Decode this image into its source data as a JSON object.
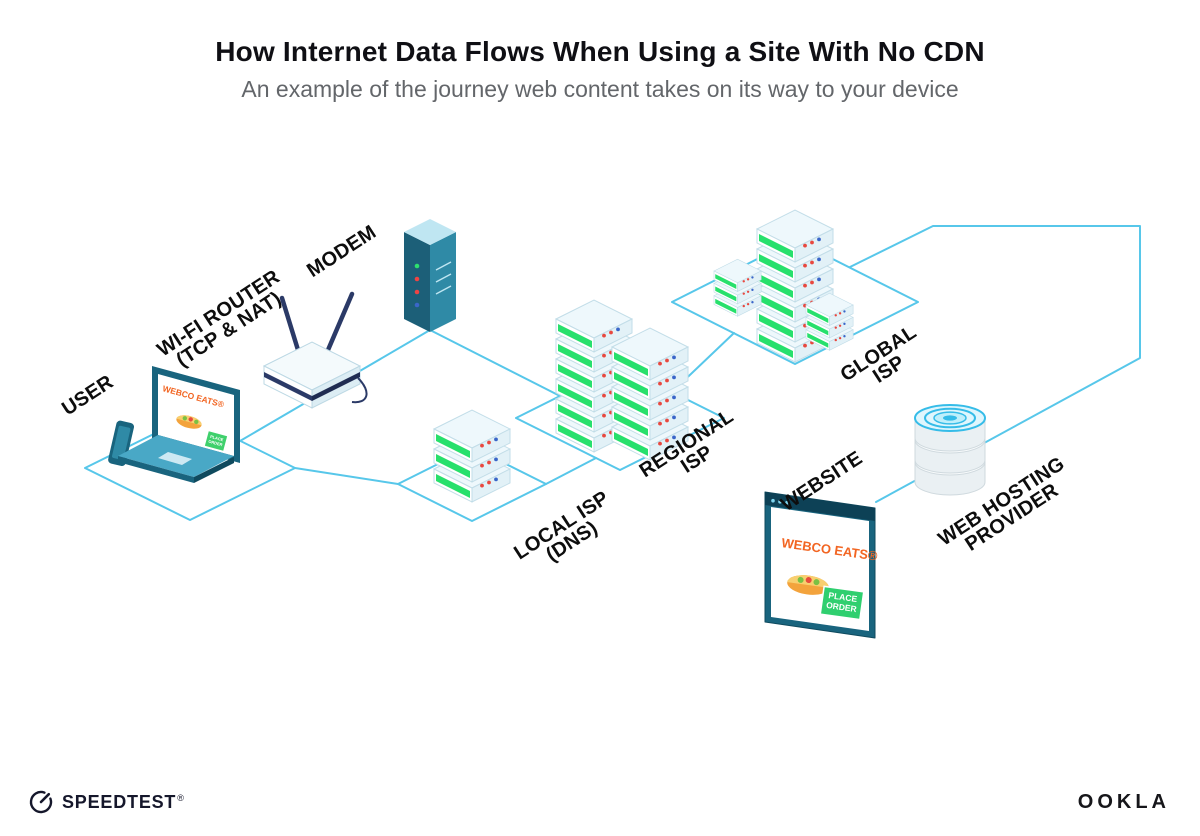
{
  "header": {
    "title": "How Internet Data Flows When Using a Site With No CDN",
    "subtitle": "An example of the journey web content takes on its way to your device"
  },
  "labels": {
    "user": "USER",
    "wifi_router_1": "WI-FI ROUTER",
    "wifi_router_2": "(TCP & NAT)",
    "modem": "MODEM",
    "local_isp_1": "LOCAL ISP",
    "local_isp_2": "(DNS)",
    "regional_isp_1": "REGIONAL",
    "regional_isp_2": "ISP",
    "global_isp_1": "GLOBAL",
    "global_isp_2": "ISP",
    "website": "WEBSITE",
    "web_hosting_1": "WEB HOSTING",
    "web_hosting_2": "PROVIDER"
  },
  "screens": {
    "laptop_brand": "WEBCO EATS®",
    "browser_brand": "WEBCO EATS®",
    "order_line1": "PLACE",
    "order_line2": "ORDER"
  },
  "footer": {
    "speedtest": "SPEEDTEST",
    "speedtest_mark": "®",
    "ookla": "OOKLA"
  },
  "colors": {
    "line": "#57C7EA",
    "server_green": "#27E06C",
    "teal_dark": "#19647E",
    "orange": "#F26522"
  }
}
